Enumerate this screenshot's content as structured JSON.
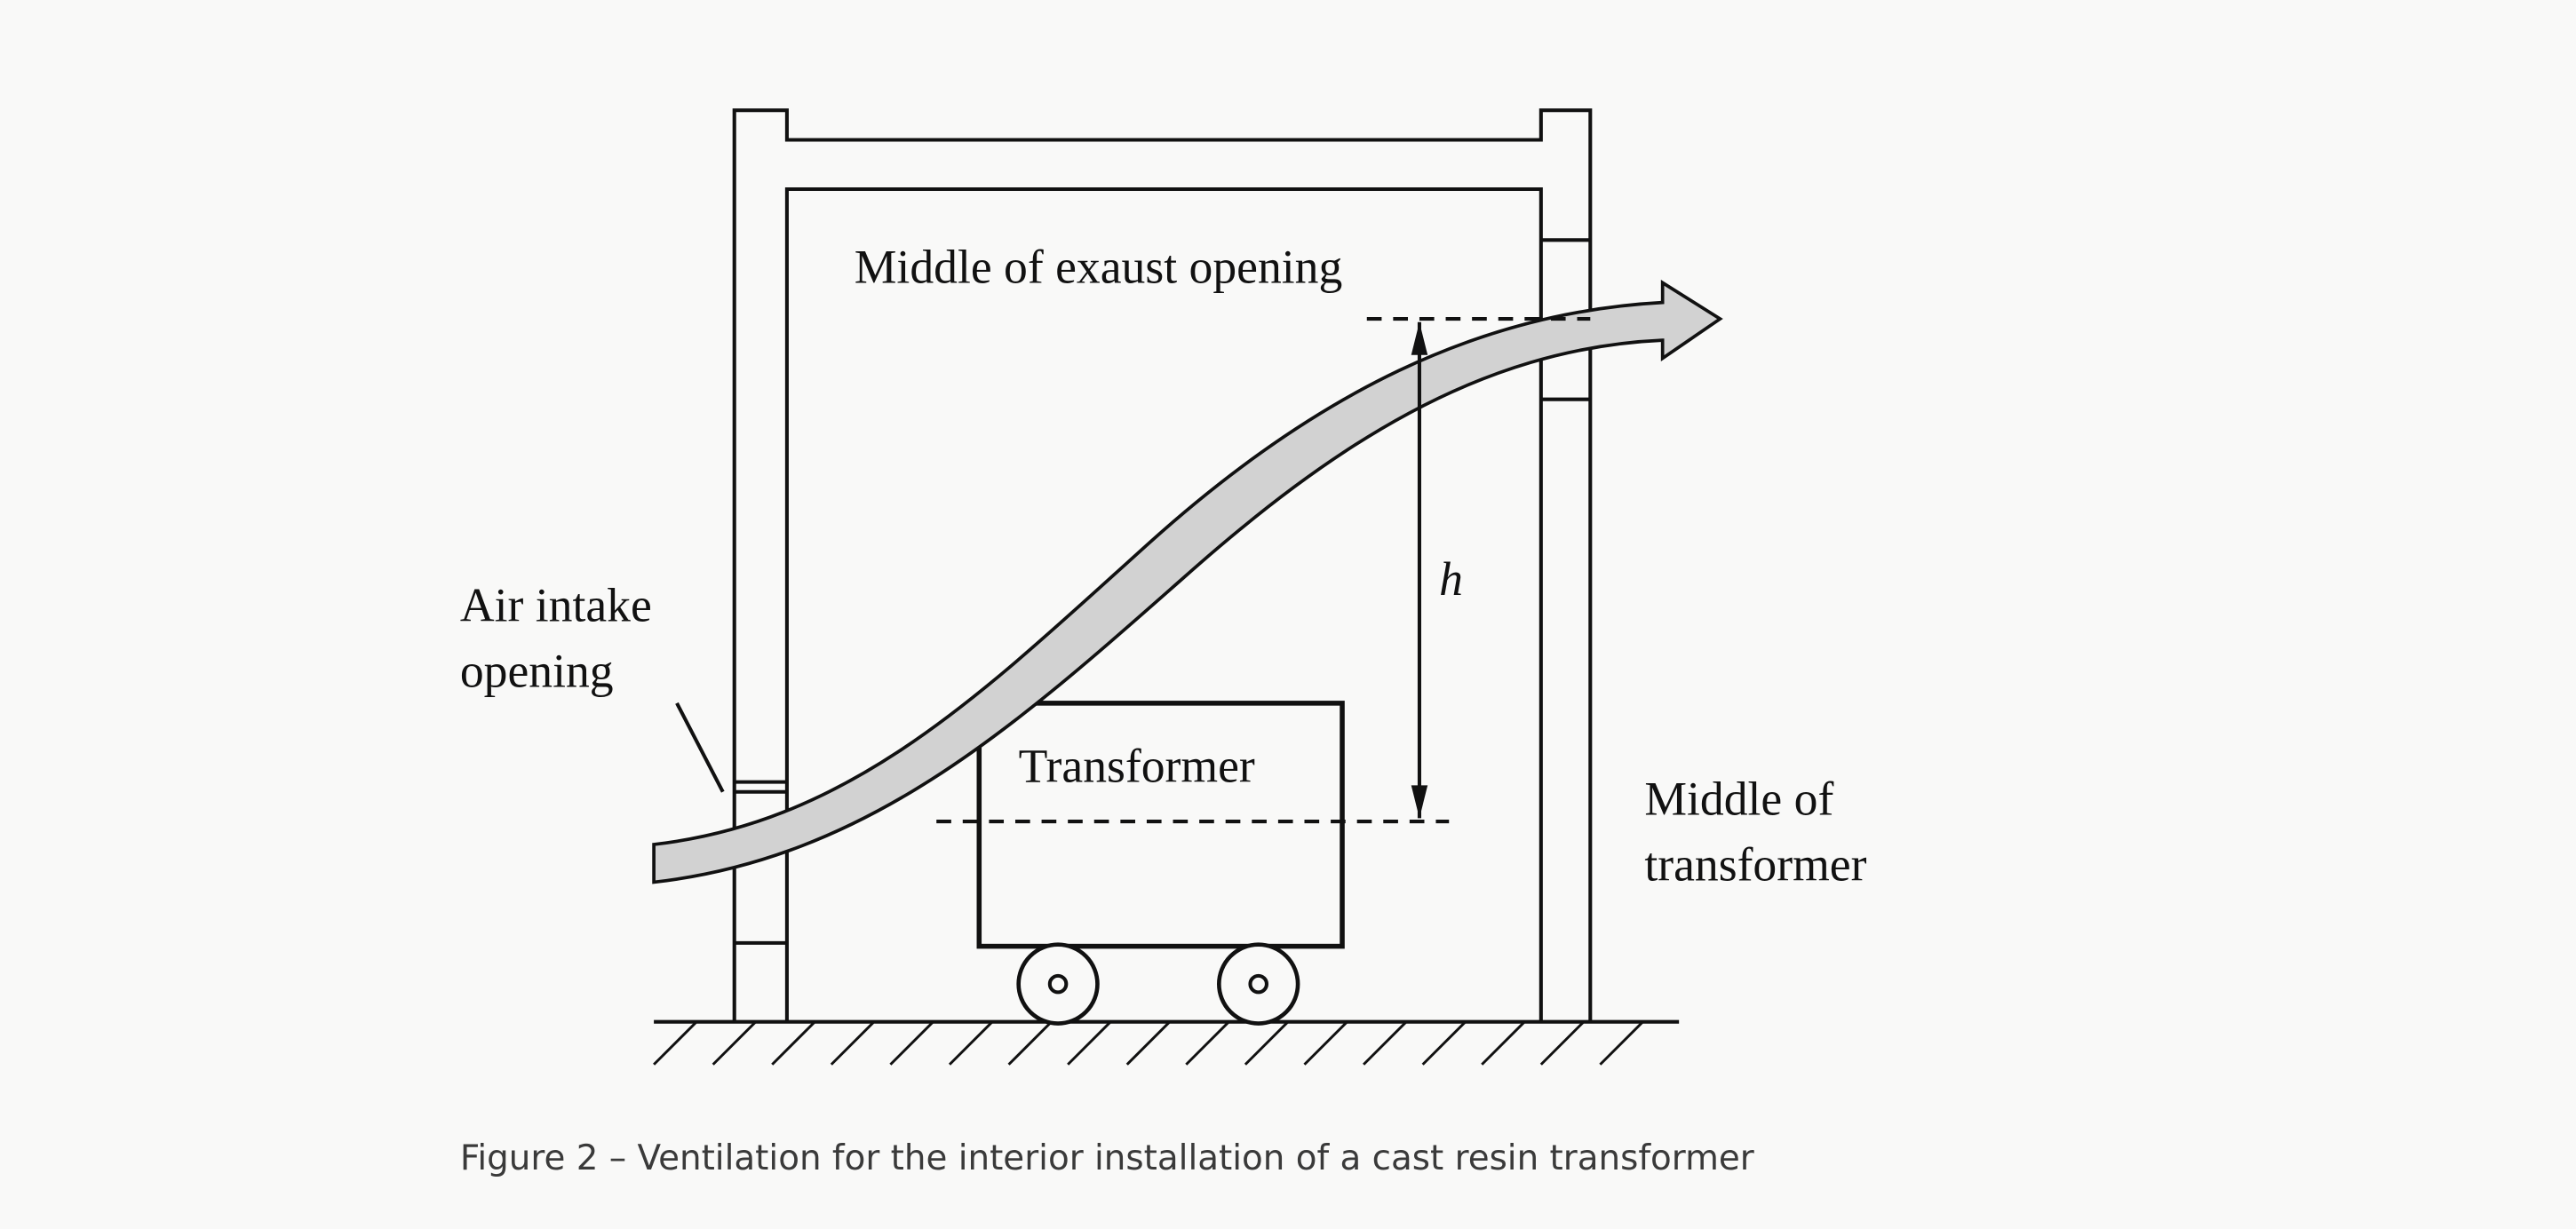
{
  "figure": {
    "labels": {
      "exhaust": "Middle of exaust opening",
      "intake_line1": "Air intake",
      "intake_line2": "opening",
      "transformer": "Transformer",
      "h": "h",
      "mid_transformer_line1": "Middle of",
      "mid_transformer_line2": "transformer"
    },
    "caption": "Figure 2 – Ventilation for the interior installation of a cast resin transformer",
    "colors": {
      "airflow": "#d2d2d2",
      "lines": "#111111",
      "background": "#f9f9f8"
    }
  }
}
